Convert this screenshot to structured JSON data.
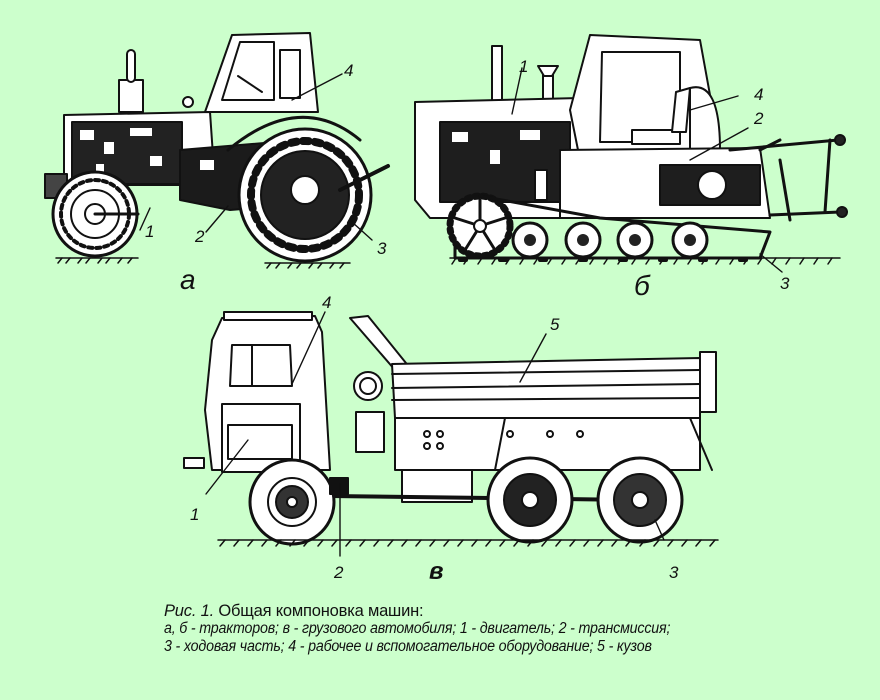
{
  "figure": {
    "background_color": "#ccffcc",
    "line_color": "#111111",
    "panels": [
      {
        "id": "a",
        "sublabel": "а",
        "subject": "wheeled tractor",
        "callouts": [
          "1",
          "2",
          "3",
          "4"
        ]
      },
      {
        "id": "b",
        "sublabel": "б",
        "subject": "crawler tractor",
        "callouts": [
          "1",
          "2",
          "3",
          "4"
        ]
      },
      {
        "id": "v",
        "sublabel": "в",
        "subject": "dump truck",
        "callouts": [
          "1",
          "2",
          "3",
          "4",
          "5"
        ]
      }
    ]
  },
  "caption": {
    "prefix": "Рис. 1.",
    "title": " Общая компоновка машин:",
    "line2": "а, б - тракторов;  в - грузового автомобиля;  1 - двигатель; 2 - трансмиссия;",
    "line3": "3 - ходовая часть;  4 - рабочее и вспомогательное оборудование;  5 - кузов"
  },
  "legend": [
    {
      "key": "а, б",
      "value": "тракторов"
    },
    {
      "key": "в",
      "value": "грузового автомобиля"
    },
    {
      "key": "1",
      "value": "двигатель"
    },
    {
      "key": "2",
      "value": "трансмиссия"
    },
    {
      "key": "3",
      "value": "ходовая часть"
    },
    {
      "key": "4",
      "value": "рабочее и вспомогательное оборудование"
    },
    {
      "key": "5",
      "value": "кузов"
    }
  ]
}
